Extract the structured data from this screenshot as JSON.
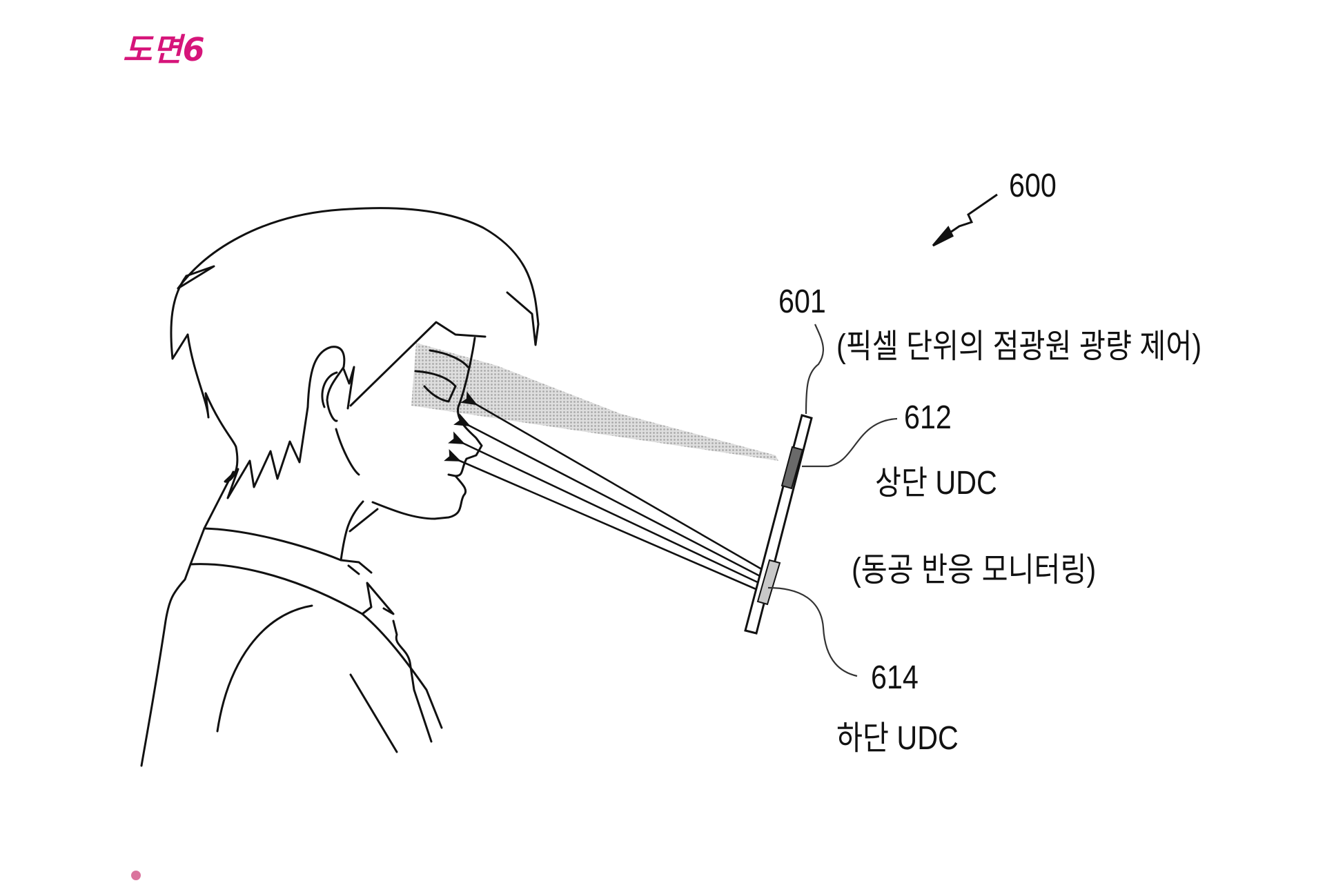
{
  "figure": {
    "title": "도면6",
    "title_color": "#d6157a",
    "reference_number": "600"
  },
  "labels": {
    "device": {
      "number": "601",
      "description": "(픽셀 단위의 점광원 광량 제어)"
    },
    "upper_udc": {
      "number": "612",
      "name": "상단 UDC"
    },
    "pupil_monitoring": {
      "description": "(동공 반응 모니터링)"
    },
    "lower_udc": {
      "number": "614",
      "name": "하단 UDC"
    }
  },
  "elements": {
    "person": "side-profile-person",
    "device": "tilted-device-with-two-under-display-cameras",
    "light_cone": "shaded-light-cone-from-upper-udc-to-eye",
    "rays": 4
  },
  "colors": {
    "line": "#111111",
    "shade": "#b8b8b8",
    "upper_udc_fill": "#666666",
    "lower_udc_fill": "#c8c8c8"
  }
}
